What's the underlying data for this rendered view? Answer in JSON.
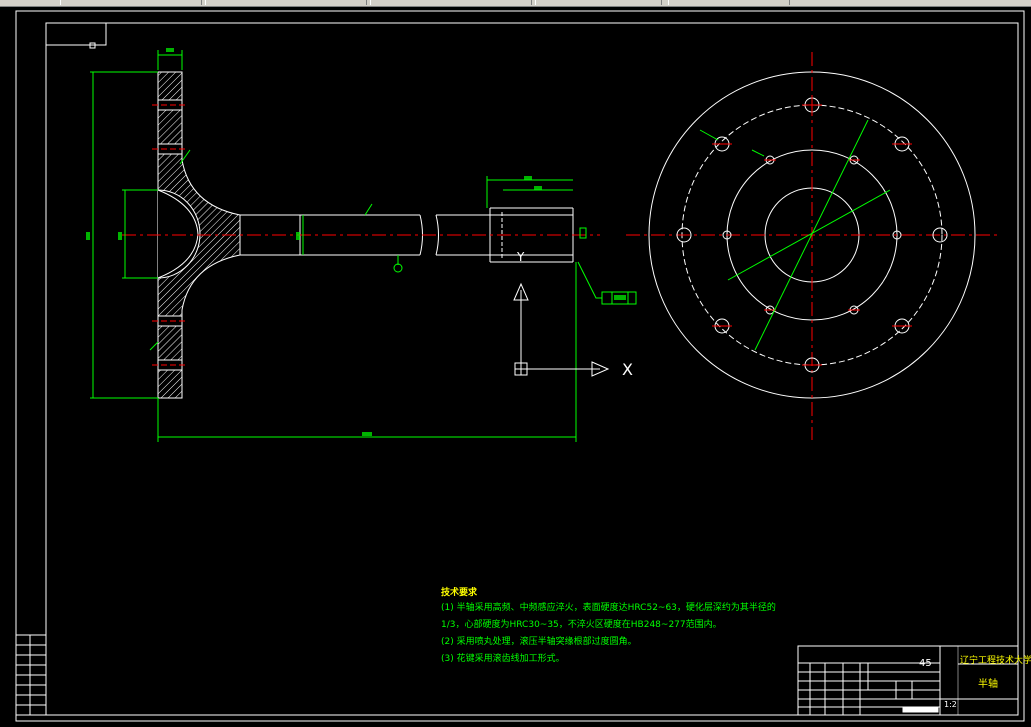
{
  "tech_requirements": {
    "title": "技术要求",
    "lines": [
      "(1) 半轴采用高频、中频感应淬火，表面硬度达HRC52~63，硬化层深约为其半径的",
      "1/3，心部硬度为HRC30~35，不淬火区硬度在HB248~277范围内。",
      "(2) 采用喷丸处理，滚压半轴突缘根部过度圆角。",
      "(3) 花键采用滚齿线加工形式。"
    ]
  },
  "title_block": {
    "material": "45",
    "school": "辽宁工程技术大学",
    "part_name": "半轴",
    "scale_label": "1:2"
  },
  "axis": {
    "x_label": "X",
    "y_label": "Y"
  }
}
